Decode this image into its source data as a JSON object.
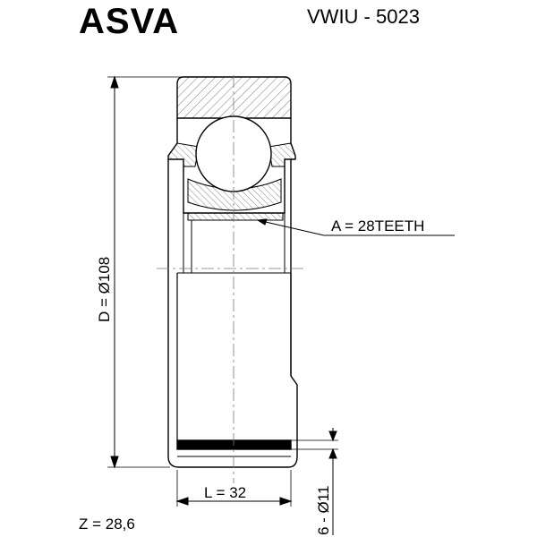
{
  "header": {
    "brand": "ASVA",
    "part_number": "VWIU - 5023"
  },
  "dimensions": {
    "diameter": "D = Ø108",
    "teeth": "A = 28TEETH",
    "length": "L = 32",
    "z": "Z = 28,6",
    "groove": "6 - Ø11"
  }
}
